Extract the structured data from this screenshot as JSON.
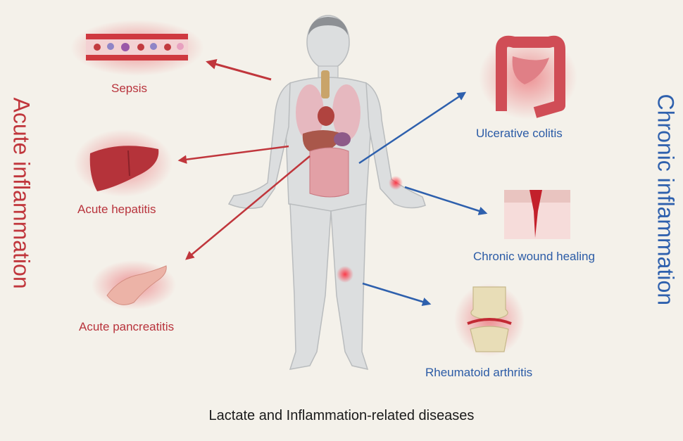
{
  "caption": "Lactate and Inflammation-related diseases",
  "groups": {
    "acute": {
      "title": "Acute inflammation",
      "color": "#c0363c",
      "diseases": [
        "Sepsis",
        "Acute hepatitis",
        "Acute pancreatitis"
      ]
    },
    "chronic": {
      "title": "Chronic inflammation",
      "color": "#2e60ad",
      "diseases": [
        "Ulcerative colitis",
        "Chronic wound healing",
        "Rheumatoid arthritis"
      ]
    }
  },
  "icons": [
    "blood-vessel-icon",
    "liver-icon",
    "pancreas-icon",
    "colon-icon",
    "skin-wound-icon",
    "knee-joint-icon",
    "human-body-icon"
  ]
}
